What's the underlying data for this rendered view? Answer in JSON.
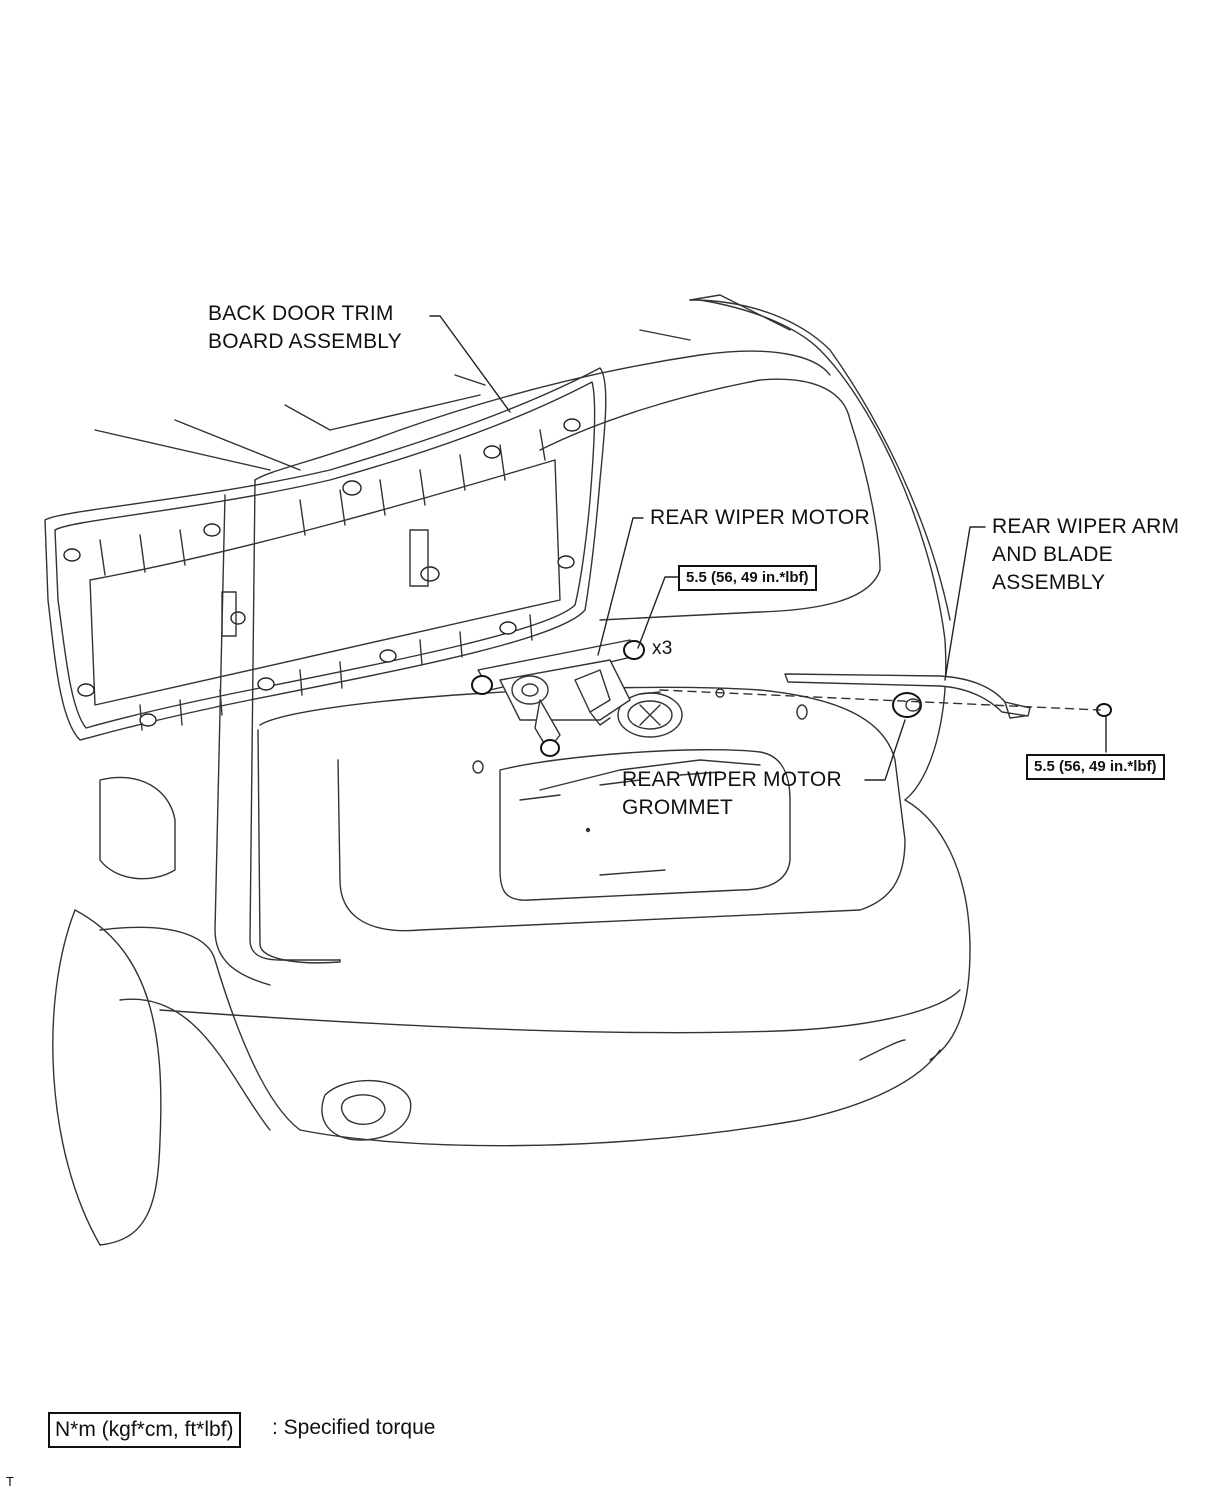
{
  "labels": {
    "back_door_trim_line1": "BACK DOOR TRIM",
    "back_door_trim_line2": "BOARD ASSEMBLY",
    "rear_wiper_motor": "REAR WIPER MOTOR",
    "rear_wiper_arm_line1": "REAR WIPER ARM",
    "rear_wiper_arm_line2": "AND BLADE",
    "rear_wiper_arm_line3": "ASSEMBLY",
    "grommet_line1": "REAR WIPER MOTOR",
    "grommet_line2": "GROMMET",
    "qty_x3": "x3"
  },
  "torques": {
    "motor_bolts": "5.5 (56, 49 in.*lbf)",
    "arm_nut": "5.5 (56, 49 in.*lbf)"
  },
  "legend": {
    "unit_box": "N*m (kgf*cm, ft*lbf)",
    "description": ": Specified torque"
  },
  "footer_code": "T"
}
